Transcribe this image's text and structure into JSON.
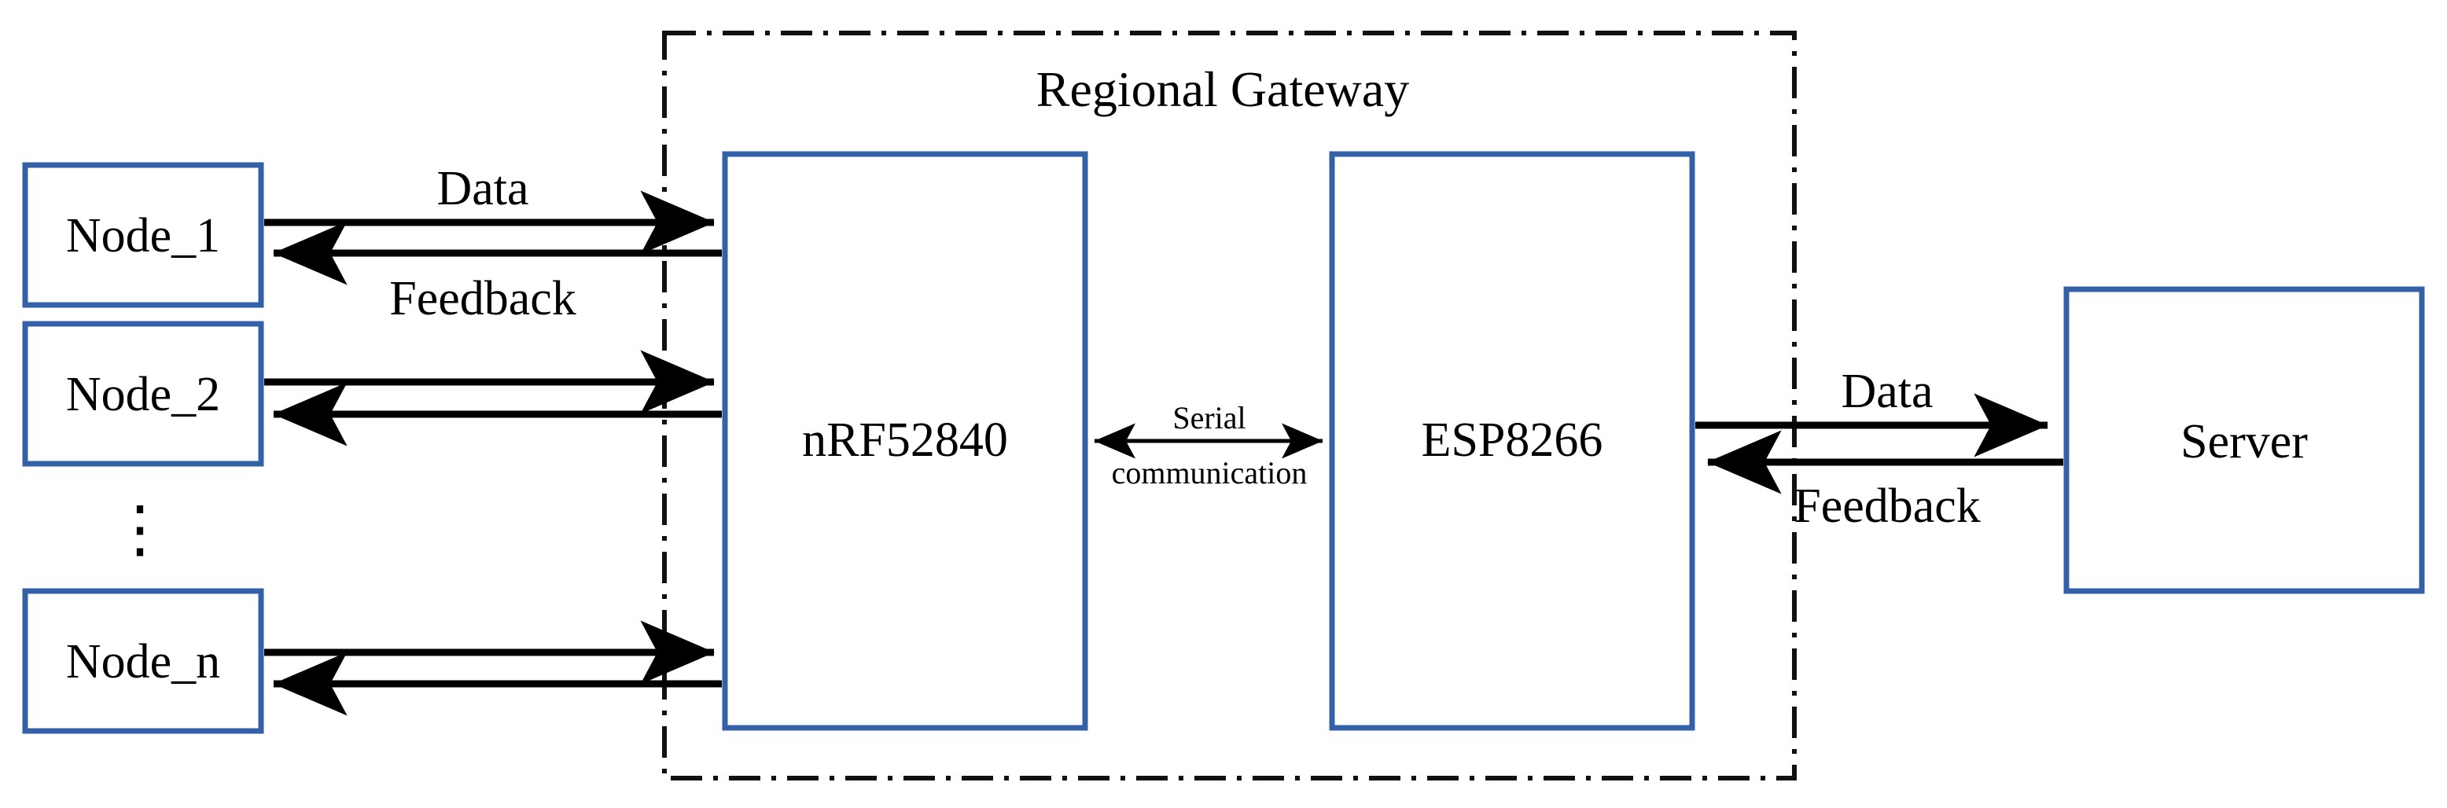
{
  "diagram": {
    "title": "Regional Gateway IoT Architecture Block Diagram",
    "colors": {
      "box_border": "#3460a8",
      "line": "#000000",
      "background": "#ffffff",
      "region_border": "#111111"
    },
    "region": {
      "label": "Regional Gateway",
      "border_style": "dash-dot"
    },
    "nodes": [
      {
        "id": "node-1",
        "label": "Node_1"
      },
      {
        "id": "node-2",
        "label": "Node_2"
      },
      {
        "id": "node-n",
        "label": "Node_n"
      }
    ],
    "node_ellipsis": "⋮",
    "gateway_modules": [
      {
        "id": "nrf52840",
        "label": "nRF52840"
      },
      {
        "id": "esp8266",
        "label": "ESP8266"
      }
    ],
    "server": {
      "id": "server",
      "label": "Server"
    },
    "edges": {
      "node_to_gateway_data": "Data",
      "gateway_to_node_feedback": "Feedback",
      "serial_line1": "Serial",
      "serial_line2": "communication",
      "gateway_to_server_data": "Data",
      "server_to_gateway_feedback": "Feedback"
    }
  }
}
